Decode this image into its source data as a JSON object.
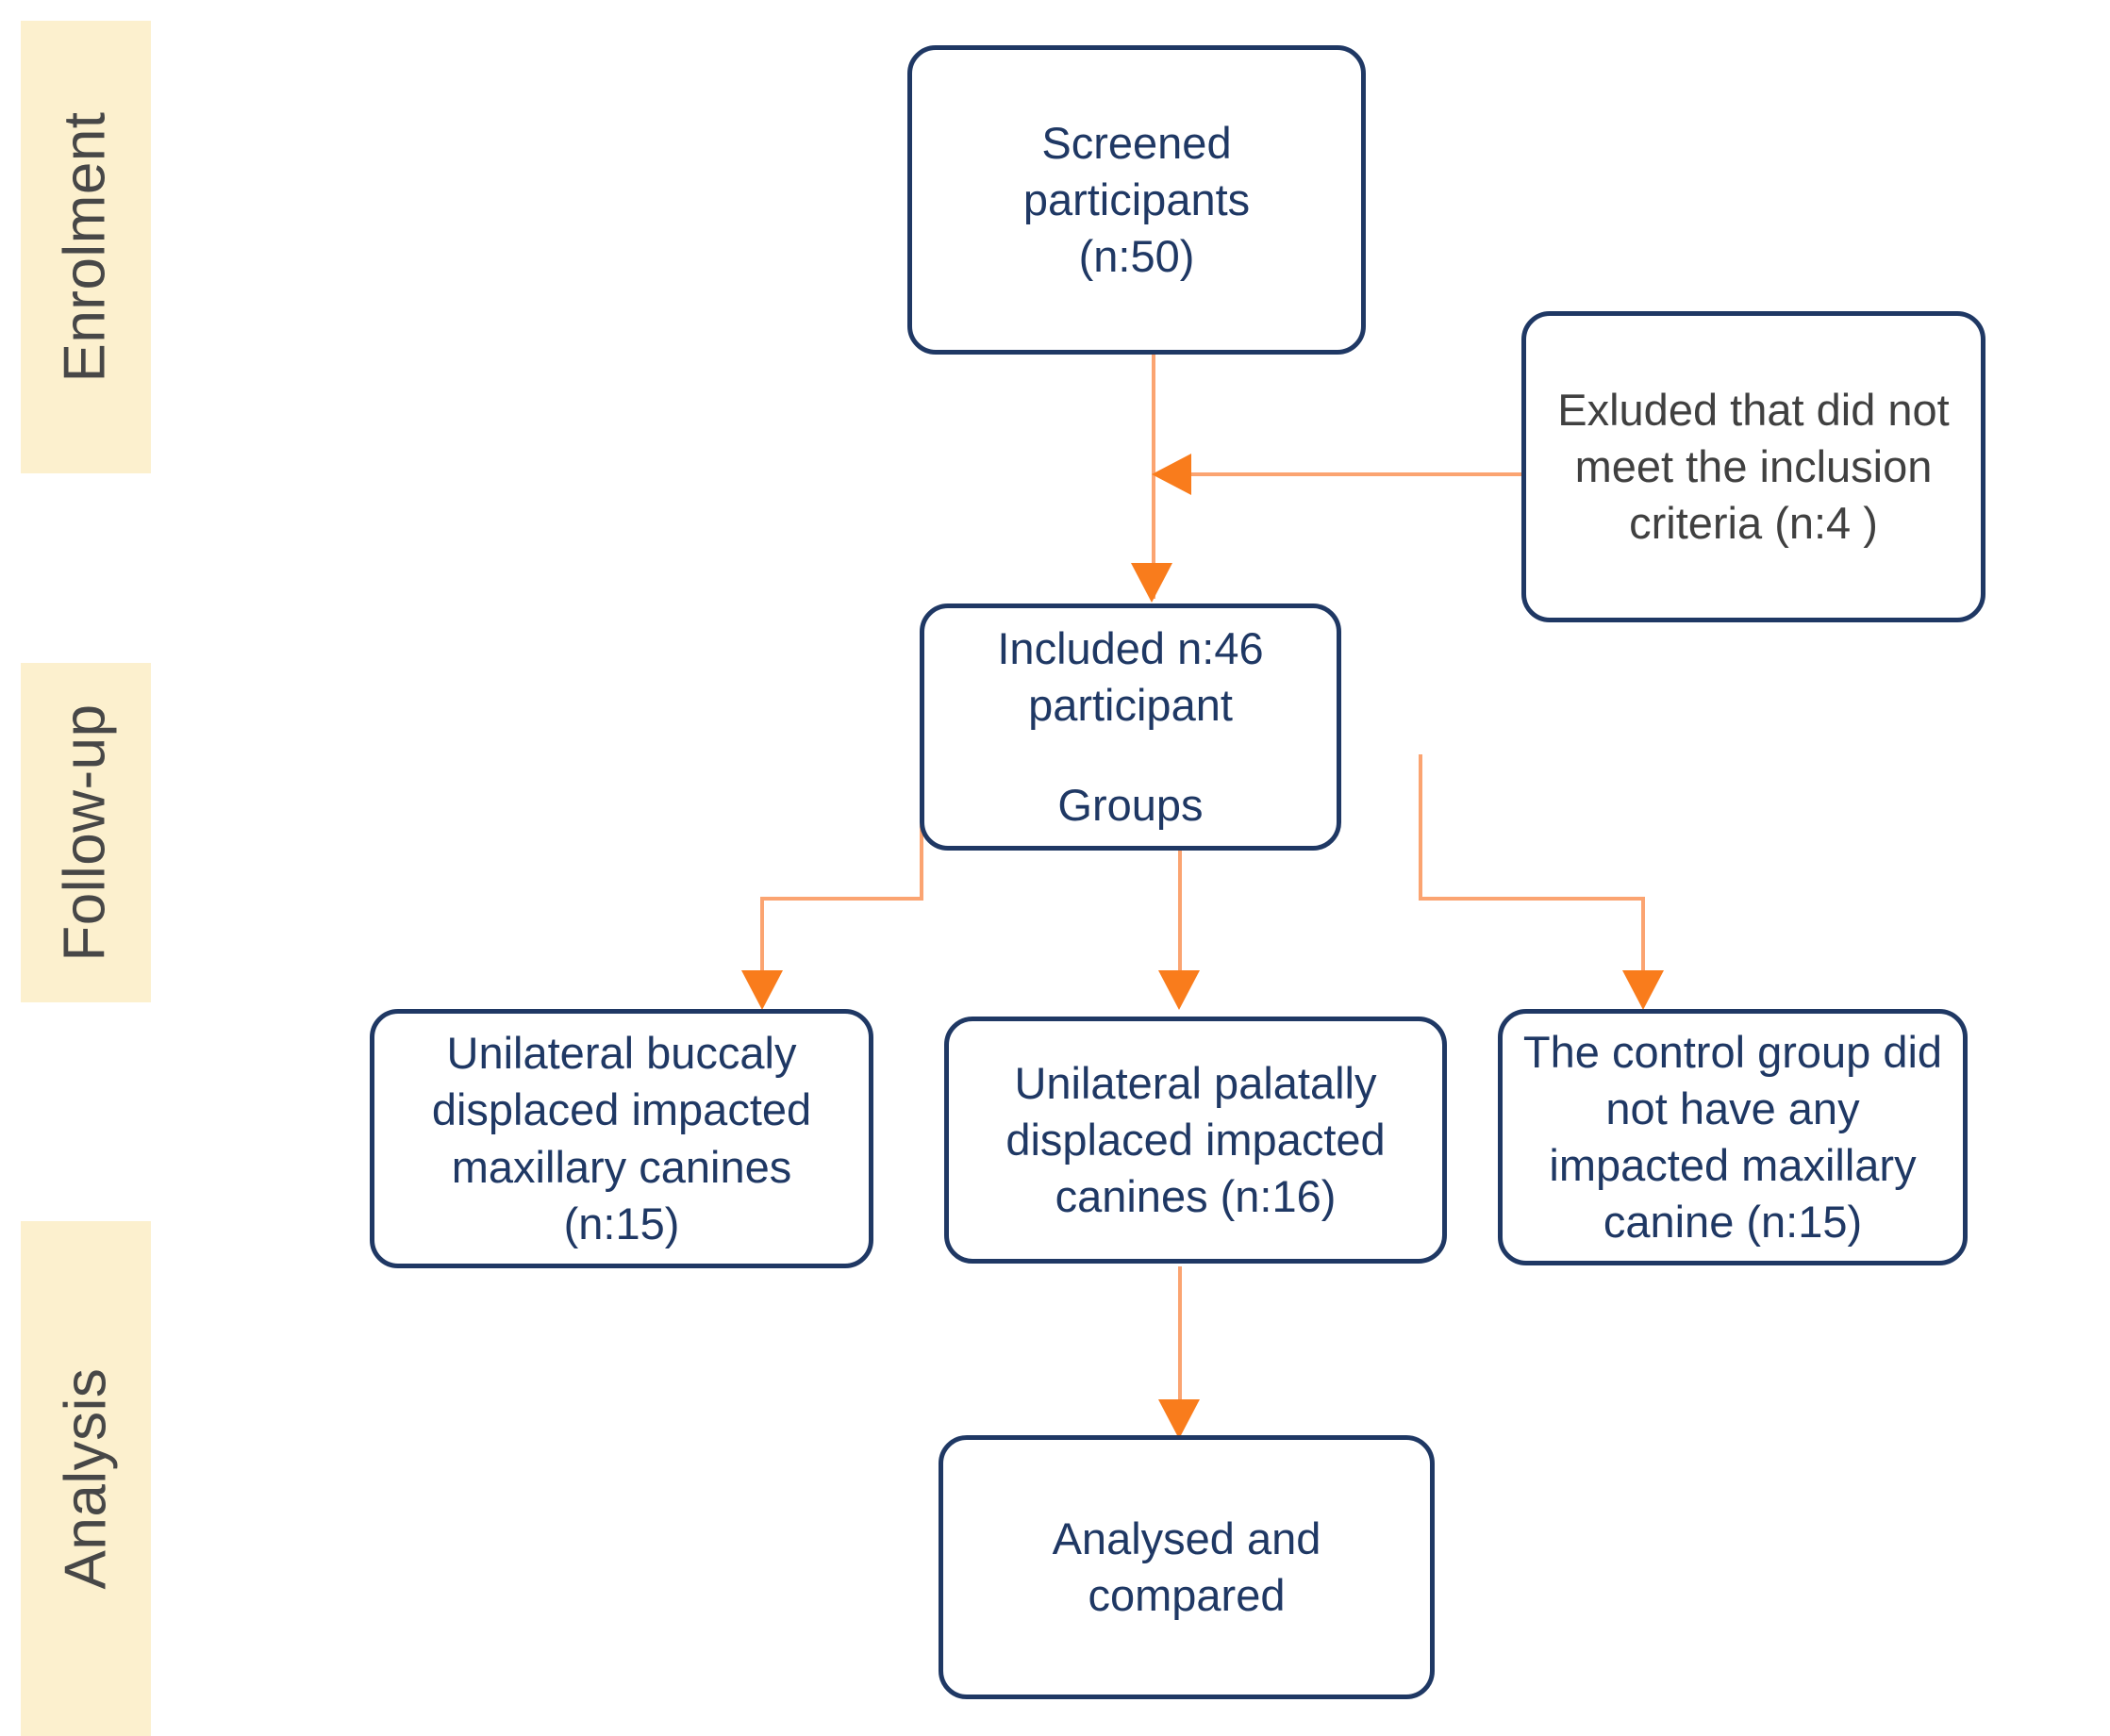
{
  "diagram": {
    "title": "CONSORT-style participant flow diagram",
    "colors": {
      "band_background": "#FCF0CE",
      "band_text": "#474747",
      "box_border": "#1F3864",
      "box_text": "#1F3864",
      "box_text_muted": "#404040",
      "connector_line": "#FBA471",
      "arrow_head": "#F97C1C",
      "page_background": "#FFFFFF"
    },
    "stages": [
      {
        "id": "enrolment",
        "label": "Enrolment"
      },
      {
        "id": "follow-up",
        "label": "Follow-up"
      },
      {
        "id": "analysis",
        "label": "Analysis"
      }
    ],
    "boxes": [
      {
        "id": "screened",
        "label": "Screened participants\n(n:50)",
        "n": 50
      },
      {
        "id": "excluded",
        "label": "Exluded that did not meet the inclusion criteria (n:4 )",
        "n": 4
      },
      {
        "id": "included",
        "line1": "Included n:46\nparticipant",
        "line2": "Groups",
        "n": 46
      },
      {
        "id": "group-buccal",
        "label": "Unilateral buccaly displaced impacted maxillary canines (n:15)",
        "n": 15
      },
      {
        "id": "group-palatal",
        "label": "Unilateral palatally displaced impacted canines (n:16)",
        "n": 16
      },
      {
        "id": "group-control",
        "label": "The control group did not have any impacted maxillary canine (n:15)",
        "n": 15
      },
      {
        "id": "analysed",
        "label": "Analysed and\ncompared"
      }
    ],
    "connections": [
      {
        "from": "screened",
        "to": "included",
        "type": "arrow-down"
      },
      {
        "from": "excluded",
        "to": "screened-flow",
        "type": "arrow-left"
      },
      {
        "from": "included",
        "to": "group-buccal",
        "type": "elbow-left"
      },
      {
        "from": "included",
        "to": "group-palatal",
        "type": "arrow-down"
      },
      {
        "from": "included",
        "to": "group-control",
        "type": "elbow-right"
      },
      {
        "from": "group-palatal",
        "to": "analysed",
        "type": "arrow-down"
      }
    ]
  }
}
